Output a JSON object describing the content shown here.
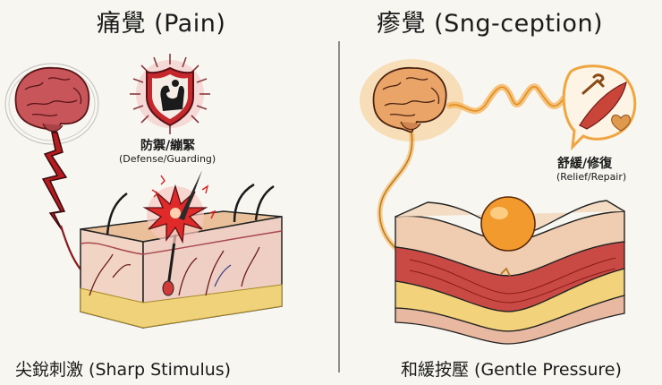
{
  "pain": {
    "title": "痛覺 (Pain)",
    "response_label_cn": "防禦/繃緊",
    "response_label_en": "(Defense/Guarding)",
    "caption": "尖銳刺激 (Sharp Stimulus)",
    "icons": [
      "brain-icon",
      "lightning-bolt-icon",
      "shield-muscle-icon",
      "skin-cross-section",
      "sharp-needle-icon"
    ],
    "accent_color": "#b3262a"
  },
  "sngception": {
    "title": "瘆覺 (Sng-ception)",
    "response_label_cn": "舒緩/修復",
    "response_label_en": "(Relief/Repair)",
    "caption": "和緩按壓 (Gentle Pressure)",
    "icons": [
      "brain-icon",
      "wave-signal-icon",
      "speech-bubble-icon",
      "wrench-icon",
      "muscle-icon",
      "heart-icon",
      "pressure-ball-icon",
      "muscle-tissue-cross-section"
    ],
    "accent_color": "#f0a030"
  }
}
